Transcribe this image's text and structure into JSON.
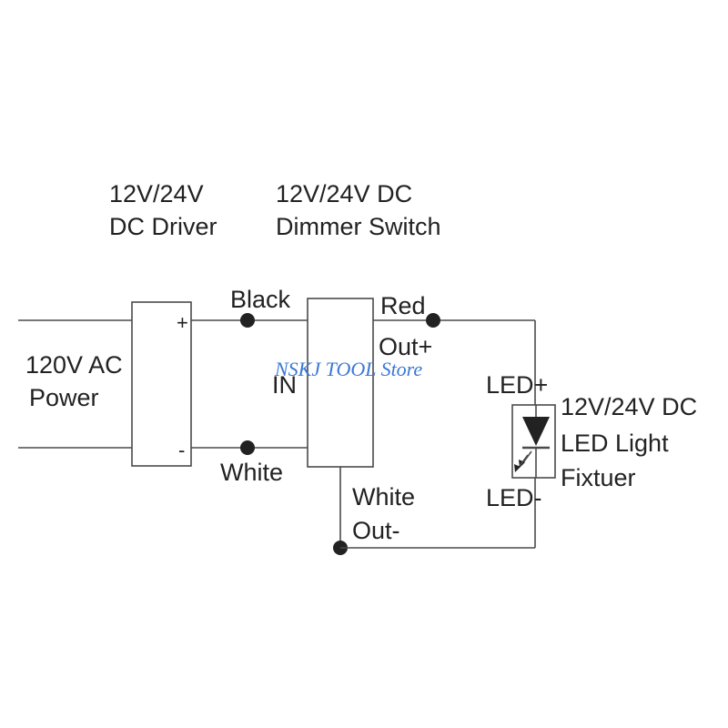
{
  "labels": {
    "driver_line1": "12V/24V",
    "driver_line2": "DC Driver",
    "dimmer_line1": "12V/24V DC",
    "dimmer_line2": "Dimmer Switch",
    "ac_line1": "120V AC",
    "ac_line2": "Power",
    "plus_terminal": "+",
    "minus_terminal": "-",
    "black": "Black",
    "white_in": "White",
    "in": "IN",
    "red": "Red",
    "out_plus": "Out+",
    "white_out": "White",
    "out_minus": "Out-",
    "led_plus": "LED+",
    "led_minus": "LED-",
    "fixture_line1": "12V/24V DC",
    "fixture_line2": "LED Light",
    "fixture_line3": "Fixtuer"
  },
  "watermark": "NSKJ TOOL Store",
  "colors": {
    "line": "#4a4a4a",
    "text": "#222222",
    "watermark": "#3a78d6"
  }
}
